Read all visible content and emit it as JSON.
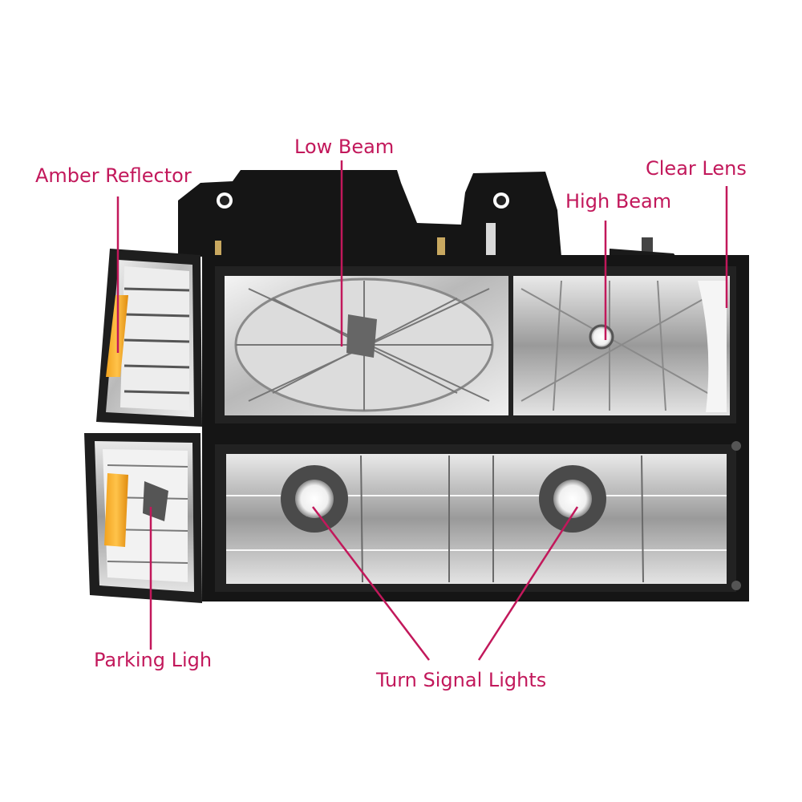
{
  "accent_color": "#c2185b",
  "labels": {
    "low_beam": "Low Beam",
    "amber_reflector": "Amber Reflector",
    "clear_lens": "Clear Lens",
    "high_beam": "High Beam",
    "parking_light": "Parking Ligh",
    "turn_signal_lights": "Turn Signal Lights"
  }
}
